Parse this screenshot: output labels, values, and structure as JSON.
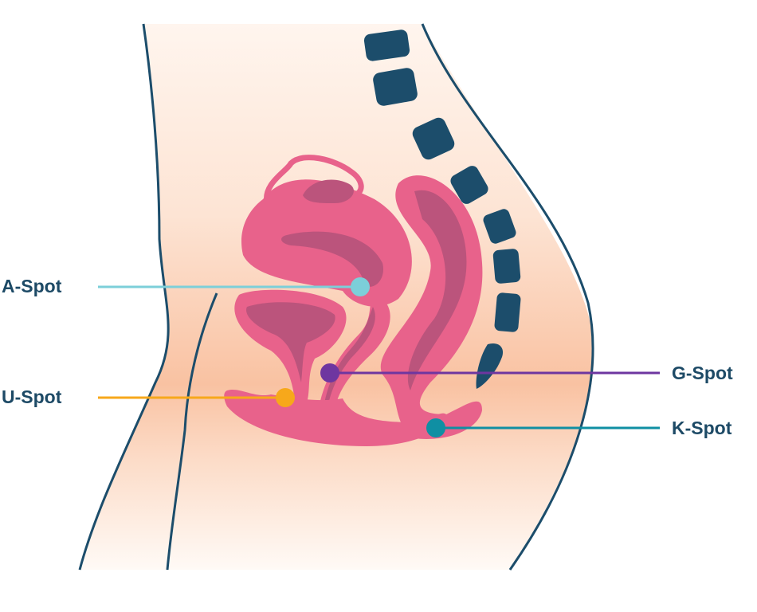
{
  "labels": {
    "a_spot": "A-Spot",
    "u_spot": "U-Spot",
    "g_spot": "G-Spot",
    "k_spot": "K-Spot"
  },
  "colors": {
    "a_spot": "#7ccfd9",
    "u_spot": "#f7a81b",
    "g_spot": "#6e36a0",
    "k_spot": "#0f8fa3",
    "organ": "#e8628b",
    "organ_dark": "#bb547c",
    "outline": "#1c4d6b",
    "skin": "#f9c3a4"
  }
}
